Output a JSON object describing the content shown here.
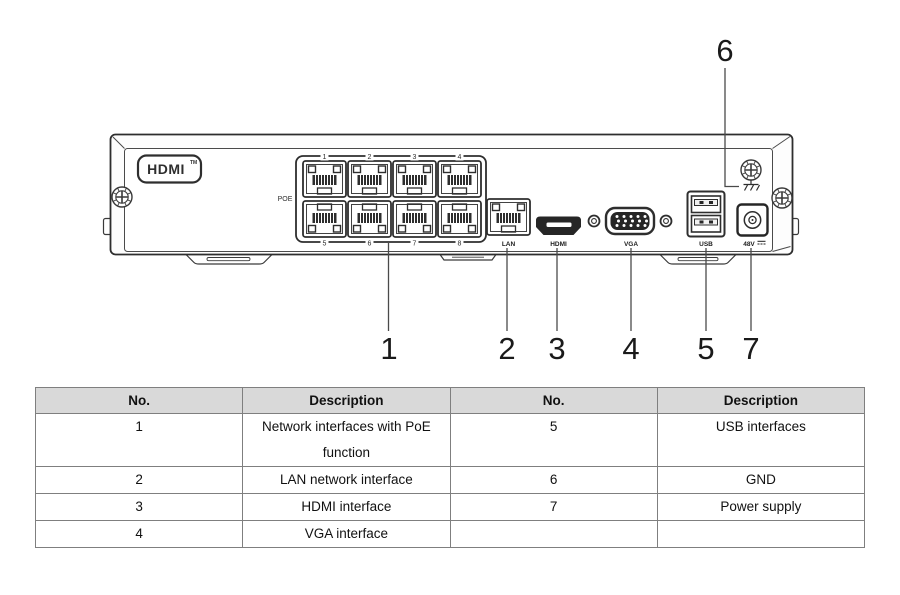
{
  "figure": {
    "type": "rear-panel-diagram",
    "device_labels": {
      "hdmi_logo": "HDMI",
      "hdmi_logo_tm": "TM",
      "poe": "POE",
      "poe_port_numbers_top": [
        "1",
        "2",
        "3",
        "4"
      ],
      "poe_port_numbers_bottom": [
        "5",
        "6",
        "7",
        "8"
      ],
      "lan": "LAN",
      "hdmi": "HDMI",
      "vga": "VGA",
      "usb": "USB",
      "power": "48V"
    },
    "callouts": {
      "n1": "1",
      "n2": "2",
      "n3": "3",
      "n4": "4",
      "n5": "5",
      "n6": "6",
      "n7": "7"
    }
  },
  "table": {
    "headers": [
      "No.",
      "Description",
      "No.",
      "Description"
    ],
    "rows": [
      [
        "1",
        "Network interfaces with PoE function",
        "5",
        "USB interfaces"
      ],
      [
        "2",
        "LAN network interface",
        "6",
        "GND"
      ],
      [
        "3",
        "HDMI interface",
        "7",
        "Power supply"
      ],
      [
        "4",
        "VGA interface",
        "",
        ""
      ]
    ]
  },
  "colors": {
    "table_header_bg": "#d9d9d9",
    "table_border": "#7f7f7f",
    "line_art": "#2e2e2e",
    "background": "#ffffff"
  }
}
